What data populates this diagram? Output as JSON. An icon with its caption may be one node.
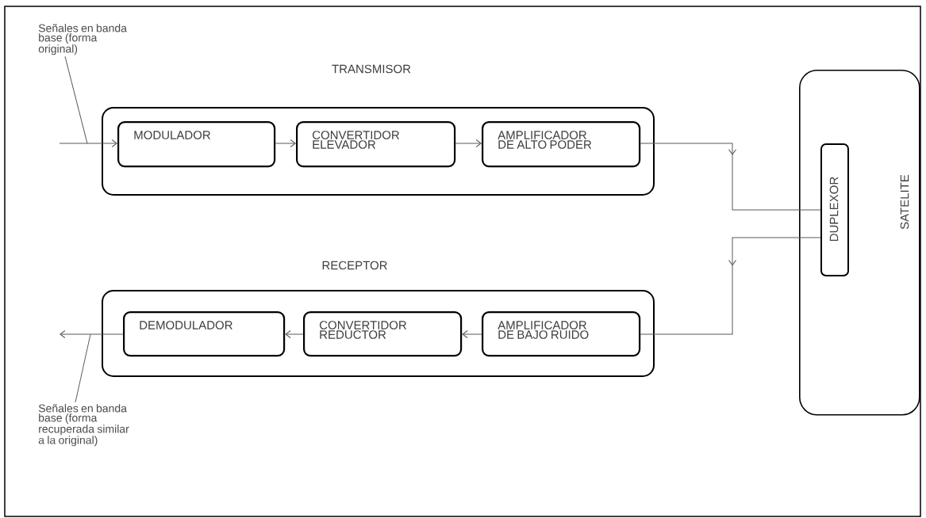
{
  "diagram": {
    "nodes": [
      {
        "text": [
          "TRANSMISOR"
        ]
      },
      {
        "text": [
          "MODULADOR"
        ],
        "in": 0
      },
      {
        "text": [
          "CONVERTIDOR ELEVADOR"
        ],
        "in": 0
      },
      {
        "text": [
          "AMPLIFICADOR DE ALTO PODER"
        ],
        "in": 0
      },
      {
        "text": [
          "SATELITE"
        ]
      },
      {
        "text": [
          "DUPLEXOR"
        ],
        "in": 4
      },
      {
        "text": [
          "RECEPTOR"
        ]
      },
      {
        "text": [
          "DEMODULADOR"
        ],
        "in": 6
      },
      {
        "text": [
          "CONVERTIDOR REDUCTOR"
        ],
        "in": 6
      },
      {
        "text": [
          "AMPLIFICADOR DE BAJO RUIDO"
        ],
        "in": 6
      },
      {
        "text": [
          "Señales en banda base (forma original)"
        ]
      },
      {
        "text": [
          "Señales en banda base (forma recuperada similar a la original)"
        ]
      }
    ],
    "edges": [
      {
        "from": null,
        "to": 1,
        "arrow": "to"
      },
      {
        "from": 1,
        "to": 2,
        "arrow": "to"
      },
      {
        "from": 2,
        "to": 3,
        "arrow": "to"
      },
      {
        "from": 3,
        "to": 5,
        "arrow": "to"
      },
      {
        "from": 5,
        "to": 9,
        "arrow": "to"
      },
      {
        "from": 9,
        "to": 8,
        "arrow": "to"
      },
      {
        "from": 8,
        "to": 7,
        "arrow": "to"
      },
      {
        "from": 7,
        "to": null,
        "arrow": "to"
      },
      {
        "from": 10,
        "to": null,
        "arrow": "none"
      },
      {
        "from": 11,
        "to": null,
        "arrow": "none"
      }
    ]
  }
}
